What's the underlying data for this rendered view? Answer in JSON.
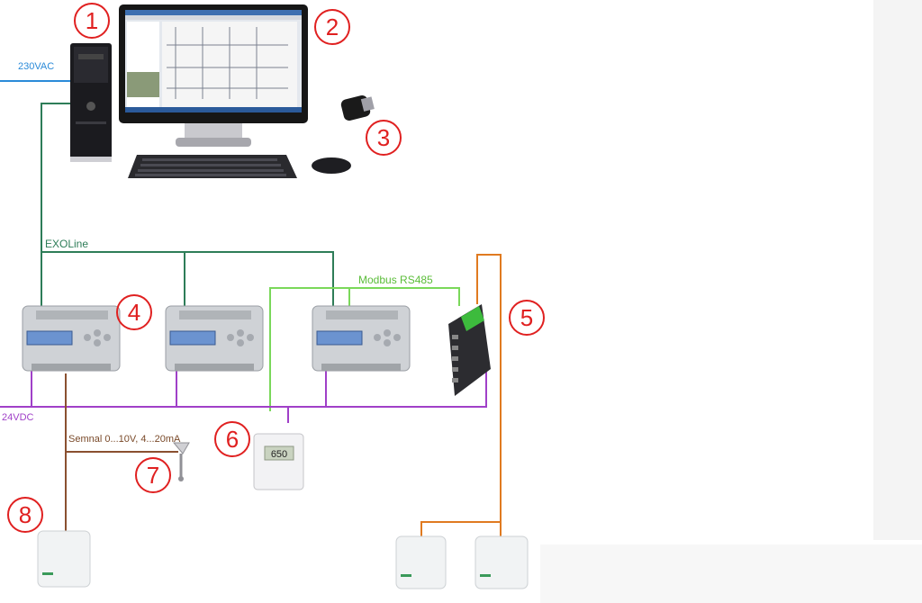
{
  "labels": {
    "mains": "230VAC",
    "bus": "EXOLine",
    "modbus": "Modbus RS485",
    "supply": "24VDC",
    "signal": "Semnal 0...10V, 4...20mA"
  },
  "badges": {
    "b1": "1",
    "b2": "2",
    "b3": "3",
    "b4": "4",
    "b5": "5",
    "b6": "6",
    "b7": "7",
    "b8": "8"
  },
  "sensor_display": "650",
  "colors": {
    "mains": "#2a8ad8",
    "exoline": "#2e7d58",
    "modbus": "#7ad85a",
    "supply": "#a040c8",
    "signal": "#8a5030",
    "orange": "#e07a20",
    "badge": "#e02020"
  }
}
